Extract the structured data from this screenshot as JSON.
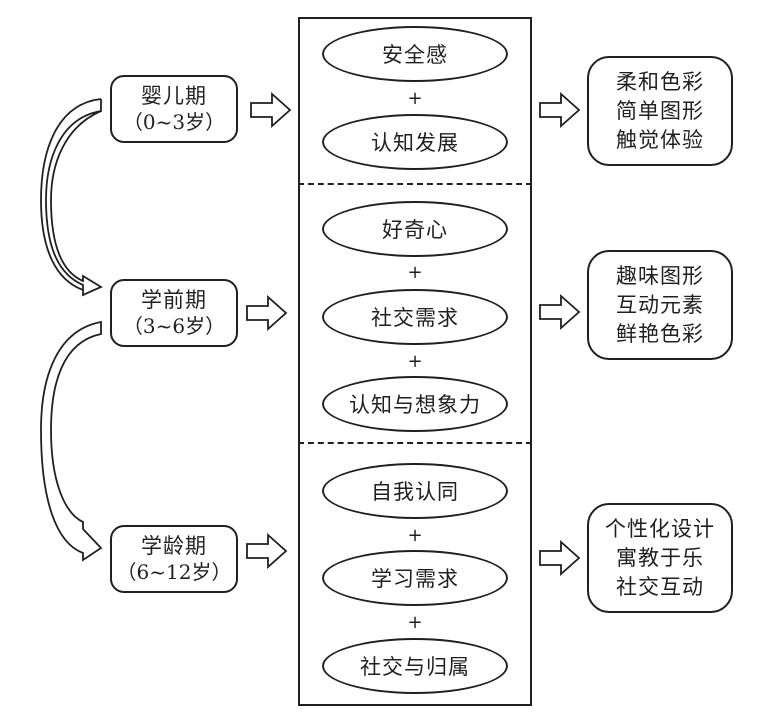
{
  "stages": [
    {
      "name": "婴儿期",
      "age": "（0~3岁）",
      "needs": [
        "安全感",
        "认知发展"
      ],
      "design": [
        "柔和色彩",
        "简单图形",
        "触觉体验"
      ]
    },
    {
      "name": "学前期",
      "age": "（3~6岁）",
      "needs": [
        "好奇心",
        "社交需求",
        "认知与想象力"
      ],
      "design": [
        "趣味图形",
        "互动元素",
        "鲜艳色彩"
      ]
    },
    {
      "name": "学龄期",
      "age": "（6~12岁）",
      "needs": [
        "自我认同",
        "学习需求",
        "社交与归属"
      ],
      "design": [
        "个性化设计",
        "寓教于乐",
        "社交互动"
      ]
    }
  ],
  "connector_symbol": "+",
  "colors": {
    "line": "#231f20",
    "background": "#ffffff"
  }
}
